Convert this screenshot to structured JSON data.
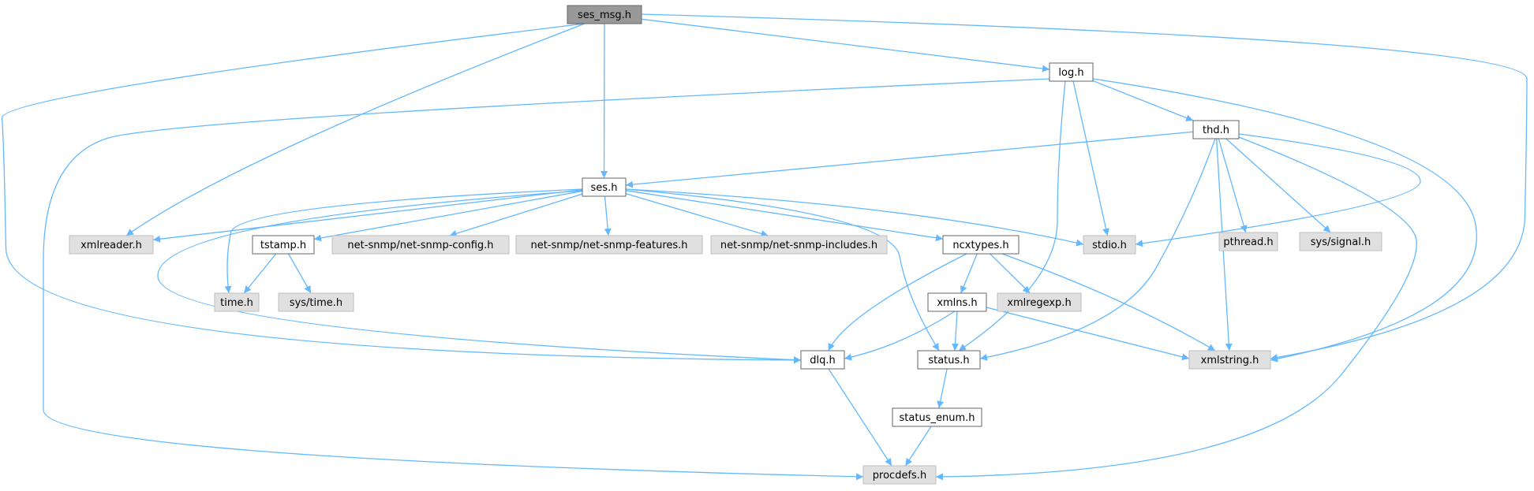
{
  "colors": {
    "root_fill": "#999999",
    "internal_fill": "#ffffff",
    "external_fill": "#e0e0e0",
    "node_border_dark": "#666666",
    "node_border_light": "#bfbfbf",
    "edge": "#63b8ff",
    "text": "#000000"
  },
  "nodes": [
    {
      "id": "ses_msg",
      "label": "ses_msg.h",
      "kind": "root"
    },
    {
      "id": "log",
      "label": "log.h",
      "kind": "internal"
    },
    {
      "id": "thd",
      "label": "thd.h",
      "kind": "internal"
    },
    {
      "id": "ses",
      "label": "ses.h",
      "kind": "internal"
    },
    {
      "id": "pthread",
      "label": "pthread.h",
      "kind": "external"
    },
    {
      "id": "signal",
      "label": "sys/signal.h",
      "kind": "external"
    },
    {
      "id": "xmlreader",
      "label": "xmlreader.h",
      "kind": "external"
    },
    {
      "id": "tstamp",
      "label": "tstamp.h",
      "kind": "internal"
    },
    {
      "id": "nsconfig",
      "label": "net-snmp/net-snmp-config.h",
      "kind": "external"
    },
    {
      "id": "nsfeatures",
      "label": "net-snmp/net-snmp-features.h",
      "kind": "external"
    },
    {
      "id": "nsincludes",
      "label": "net-snmp/net-snmp-includes.h",
      "kind": "external"
    },
    {
      "id": "ncxtypes",
      "label": "ncxtypes.h",
      "kind": "internal"
    },
    {
      "id": "stdio",
      "label": "stdio.h",
      "kind": "external"
    },
    {
      "id": "time",
      "label": "time.h",
      "kind": "external"
    },
    {
      "id": "systime",
      "label": "sys/time.h",
      "kind": "external"
    },
    {
      "id": "xmlns",
      "label": "xmlns.h",
      "kind": "internal"
    },
    {
      "id": "xmlregexp",
      "label": "xmlregexp.h",
      "kind": "external"
    },
    {
      "id": "dlq",
      "label": "dlq.h",
      "kind": "internal"
    },
    {
      "id": "status",
      "label": "status.h",
      "kind": "internal"
    },
    {
      "id": "xmlstring",
      "label": "xmlstring.h",
      "kind": "external"
    },
    {
      "id": "status_enum",
      "label": "status_enum.h",
      "kind": "internal"
    },
    {
      "id": "procdefs",
      "label": "procdefs.h",
      "kind": "external"
    }
  ],
  "edges": [
    [
      "ses_msg",
      "log"
    ],
    [
      "ses_msg",
      "ses"
    ],
    [
      "ses_msg",
      "xmlreader"
    ],
    [
      "ses_msg",
      "dlq"
    ],
    [
      "ses_msg",
      "xmlstring"
    ],
    [
      "log",
      "thd"
    ],
    [
      "log",
      "procdefs"
    ],
    [
      "log",
      "stdio"
    ],
    [
      "log",
      "status"
    ],
    [
      "log",
      "xmlstring"
    ],
    [
      "thd",
      "ses"
    ],
    [
      "thd",
      "pthread"
    ],
    [
      "thd",
      "signal"
    ],
    [
      "thd",
      "stdio"
    ],
    [
      "thd",
      "status"
    ],
    [
      "thd",
      "xmlstring"
    ],
    [
      "thd",
      "procdefs"
    ],
    [
      "ses",
      "xmlreader"
    ],
    [
      "ses",
      "tstamp"
    ],
    [
      "ses",
      "nsconfig"
    ],
    [
      "ses",
      "nsfeatures"
    ],
    [
      "ses",
      "nsincludes"
    ],
    [
      "ses",
      "ncxtypes"
    ],
    [
      "ses",
      "stdio"
    ],
    [
      "ses",
      "time"
    ],
    [
      "ses",
      "dlq"
    ],
    [
      "ses",
      "status"
    ],
    [
      "tstamp",
      "time"
    ],
    [
      "tstamp",
      "systime"
    ],
    [
      "ncxtypes",
      "xmlns"
    ],
    [
      "ncxtypes",
      "xmlregexp"
    ],
    [
      "ncxtypes",
      "dlq"
    ],
    [
      "ncxtypes",
      "xmlstring"
    ],
    [
      "xmlns",
      "dlq"
    ],
    [
      "xmlns",
      "status"
    ],
    [
      "xmlns",
      "xmlstring"
    ],
    [
      "dlq",
      "procdefs"
    ],
    [
      "status",
      "status_enum"
    ],
    [
      "status_enum",
      "procdefs"
    ]
  ]
}
